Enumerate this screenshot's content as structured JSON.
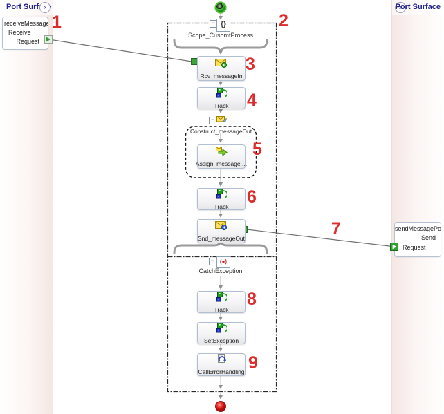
{
  "left_panel": {
    "title": "Port Surface",
    "collapse_glyph": "«",
    "port": {
      "name": "receiveMessageP...",
      "operation": "Receive",
      "direction": "Request"
    }
  },
  "right_panel": {
    "title": "Port Surface",
    "collapse_glyph": "»",
    "port": {
      "name": "sendMessagePort",
      "operation": "Send",
      "direction": "Request"
    }
  },
  "scope": {
    "label": "Scope_CusomtProcess",
    "icon_glyph": "{}",
    "collapse_glyph": "−"
  },
  "shapes": {
    "rcv_messagein": {
      "label": "Rcv_messageIn"
    },
    "track_1": {
      "label": "Track"
    },
    "construct": {
      "label": "Construct_messageOut",
      "collapse_glyph": "−"
    },
    "assign_message": {
      "label": "Assign_message ..."
    },
    "track_2": {
      "label": "Track"
    },
    "snd_messageout": {
      "label": "Snd_messageOut"
    },
    "catch_exception": {
      "label": "CatchException",
      "icon_glyph": "(●)",
      "collapse_glyph": "−"
    },
    "track_3": {
      "label": "Track"
    },
    "set_exception": {
      "label": "SetException"
    },
    "call_error_handling": {
      "label": "CallErrorHandling"
    }
  },
  "annotations": {
    "n1": "1",
    "n2": "2",
    "n3": "3",
    "n4": "4",
    "n5": "5",
    "n6": "6",
    "n7": "7",
    "n8": "8",
    "n9": "9"
  },
  "colors": {
    "annotation_red": "#dd2c2c",
    "header_blue": "#22228e",
    "panel_pink": "#f4e7e4",
    "connector_green": "#2f9e2f"
  }
}
